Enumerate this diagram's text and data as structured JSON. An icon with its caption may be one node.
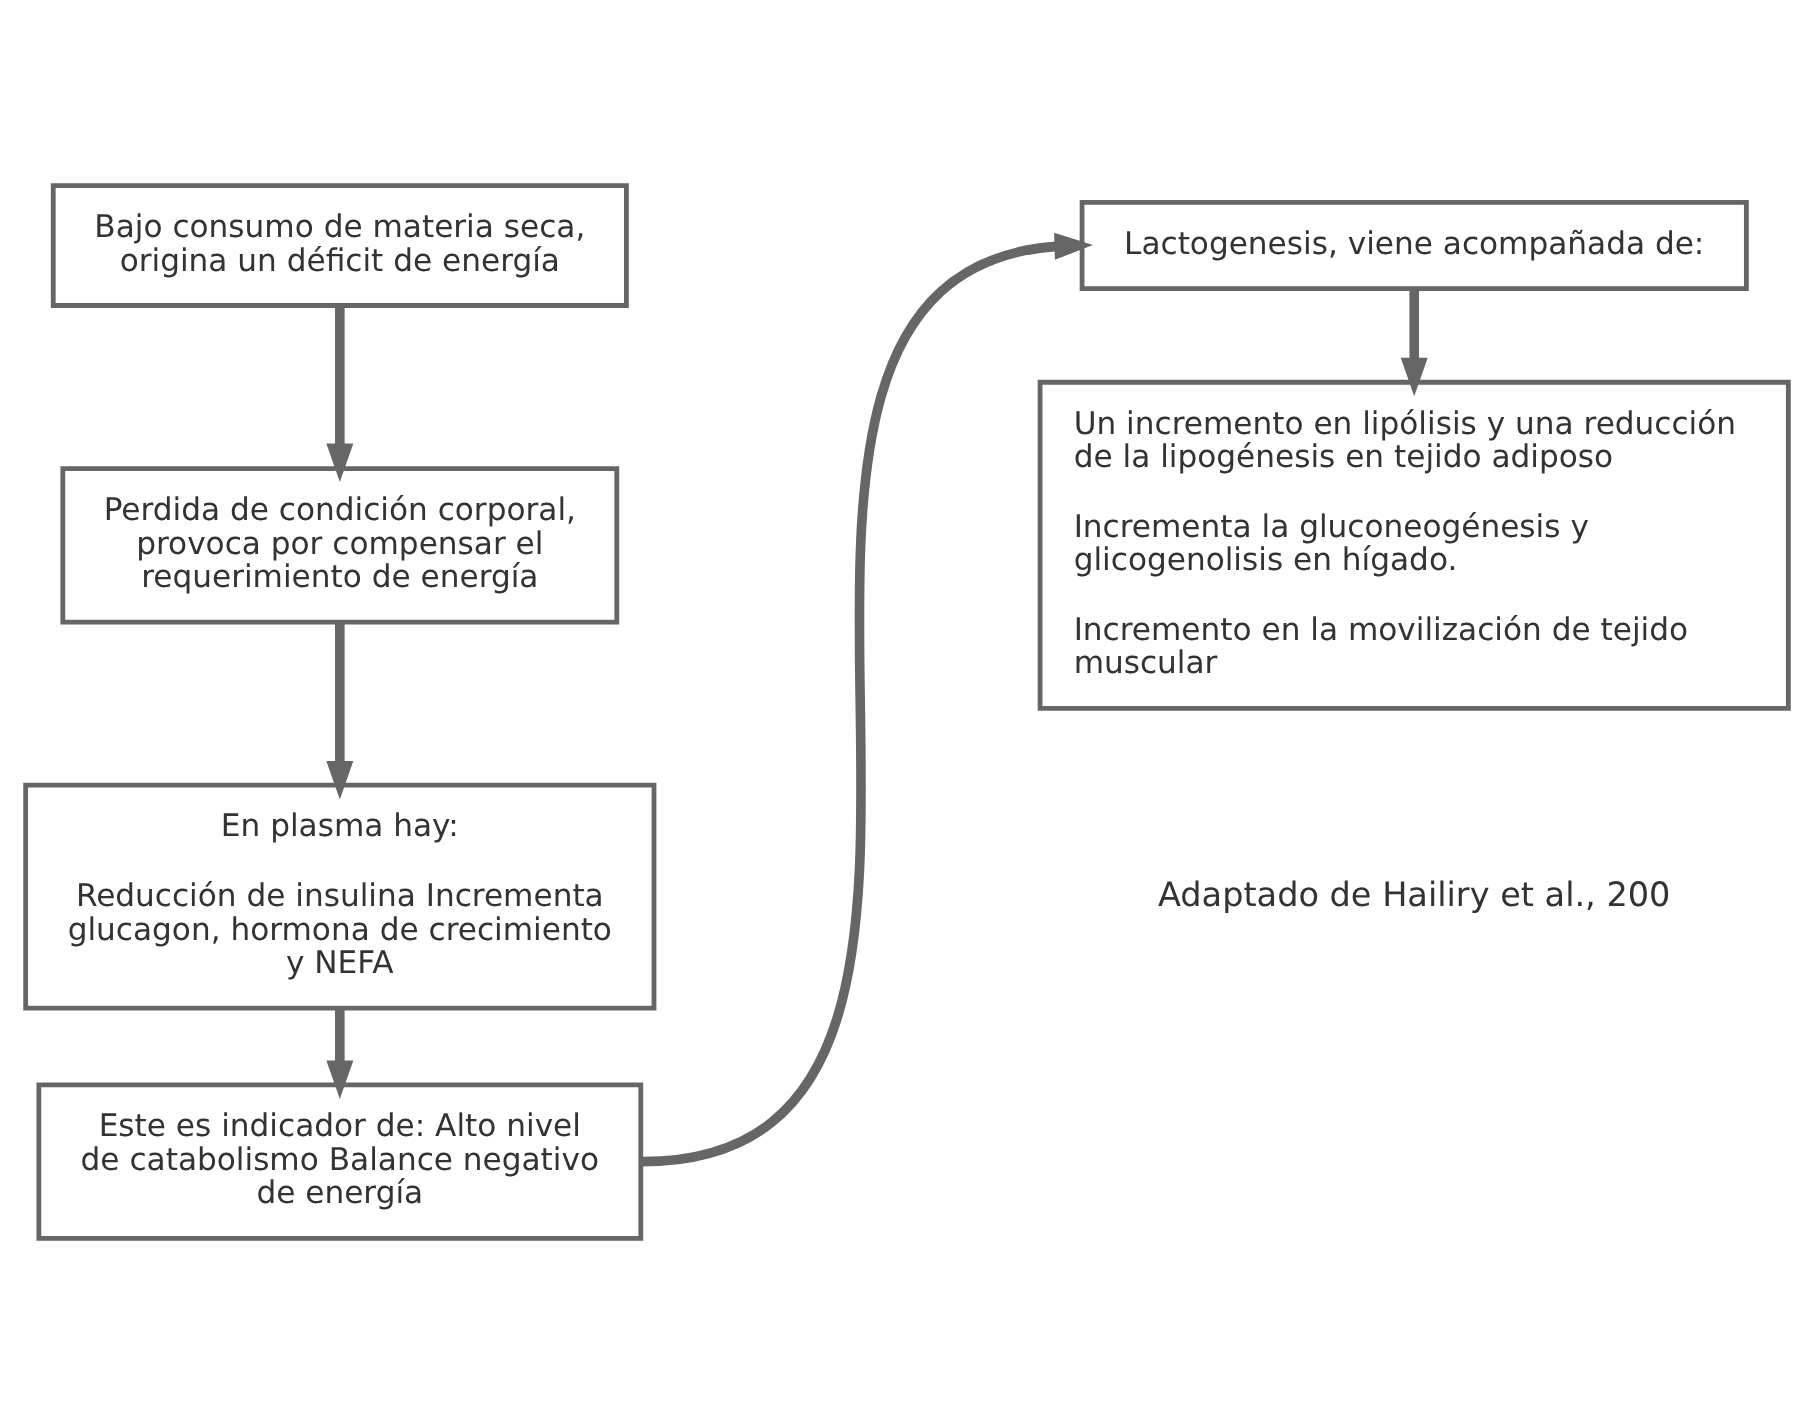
{
  "diagram": {
    "nodes": [
      {
        "text": [
          "Bajo consumo de materia seca, origina un déficit de energía"
        ]
      },
      {
        "text": [
          "Perdida de condición corporal, provoca por compensar el requerimiento de energía"
        ]
      },
      {
        "text": [
          "En plasma hay:",
          "Reducción de insulina Incrementa glucagon, hormona de crecimiento y NEFA"
        ]
      },
      {
        "text": [
          "Este es indicador de: Alto nivel de catabolismo Balance negativo de energía"
        ]
      },
      {
        "text": [
          "Lactogenesis, viene acompañada de:"
        ]
      },
      {
        "text": [
          "Un incremento en lipólisis y una reducción de la lipogénesis en tejido adiposo",
          "Incrementa la gluconeogénesis y glicogenolisis en hígado.",
          "Incremento en la movilización de tejido muscular"
        ]
      }
    ],
    "edges": [
      {
        "from": 0,
        "to": 1,
        "arrow": "to"
      },
      {
        "from": 1,
        "to": 2,
        "arrow": "to"
      },
      {
        "from": 2,
        "to": 3,
        "arrow": "to"
      },
      {
        "from": 3,
        "to": 4,
        "arrow": "to"
      },
      {
        "from": 4,
        "to": 5,
        "arrow": "to"
      }
    ],
    "labels": [
      "Adaptado de Hailiry et al., 200"
    ]
  }
}
